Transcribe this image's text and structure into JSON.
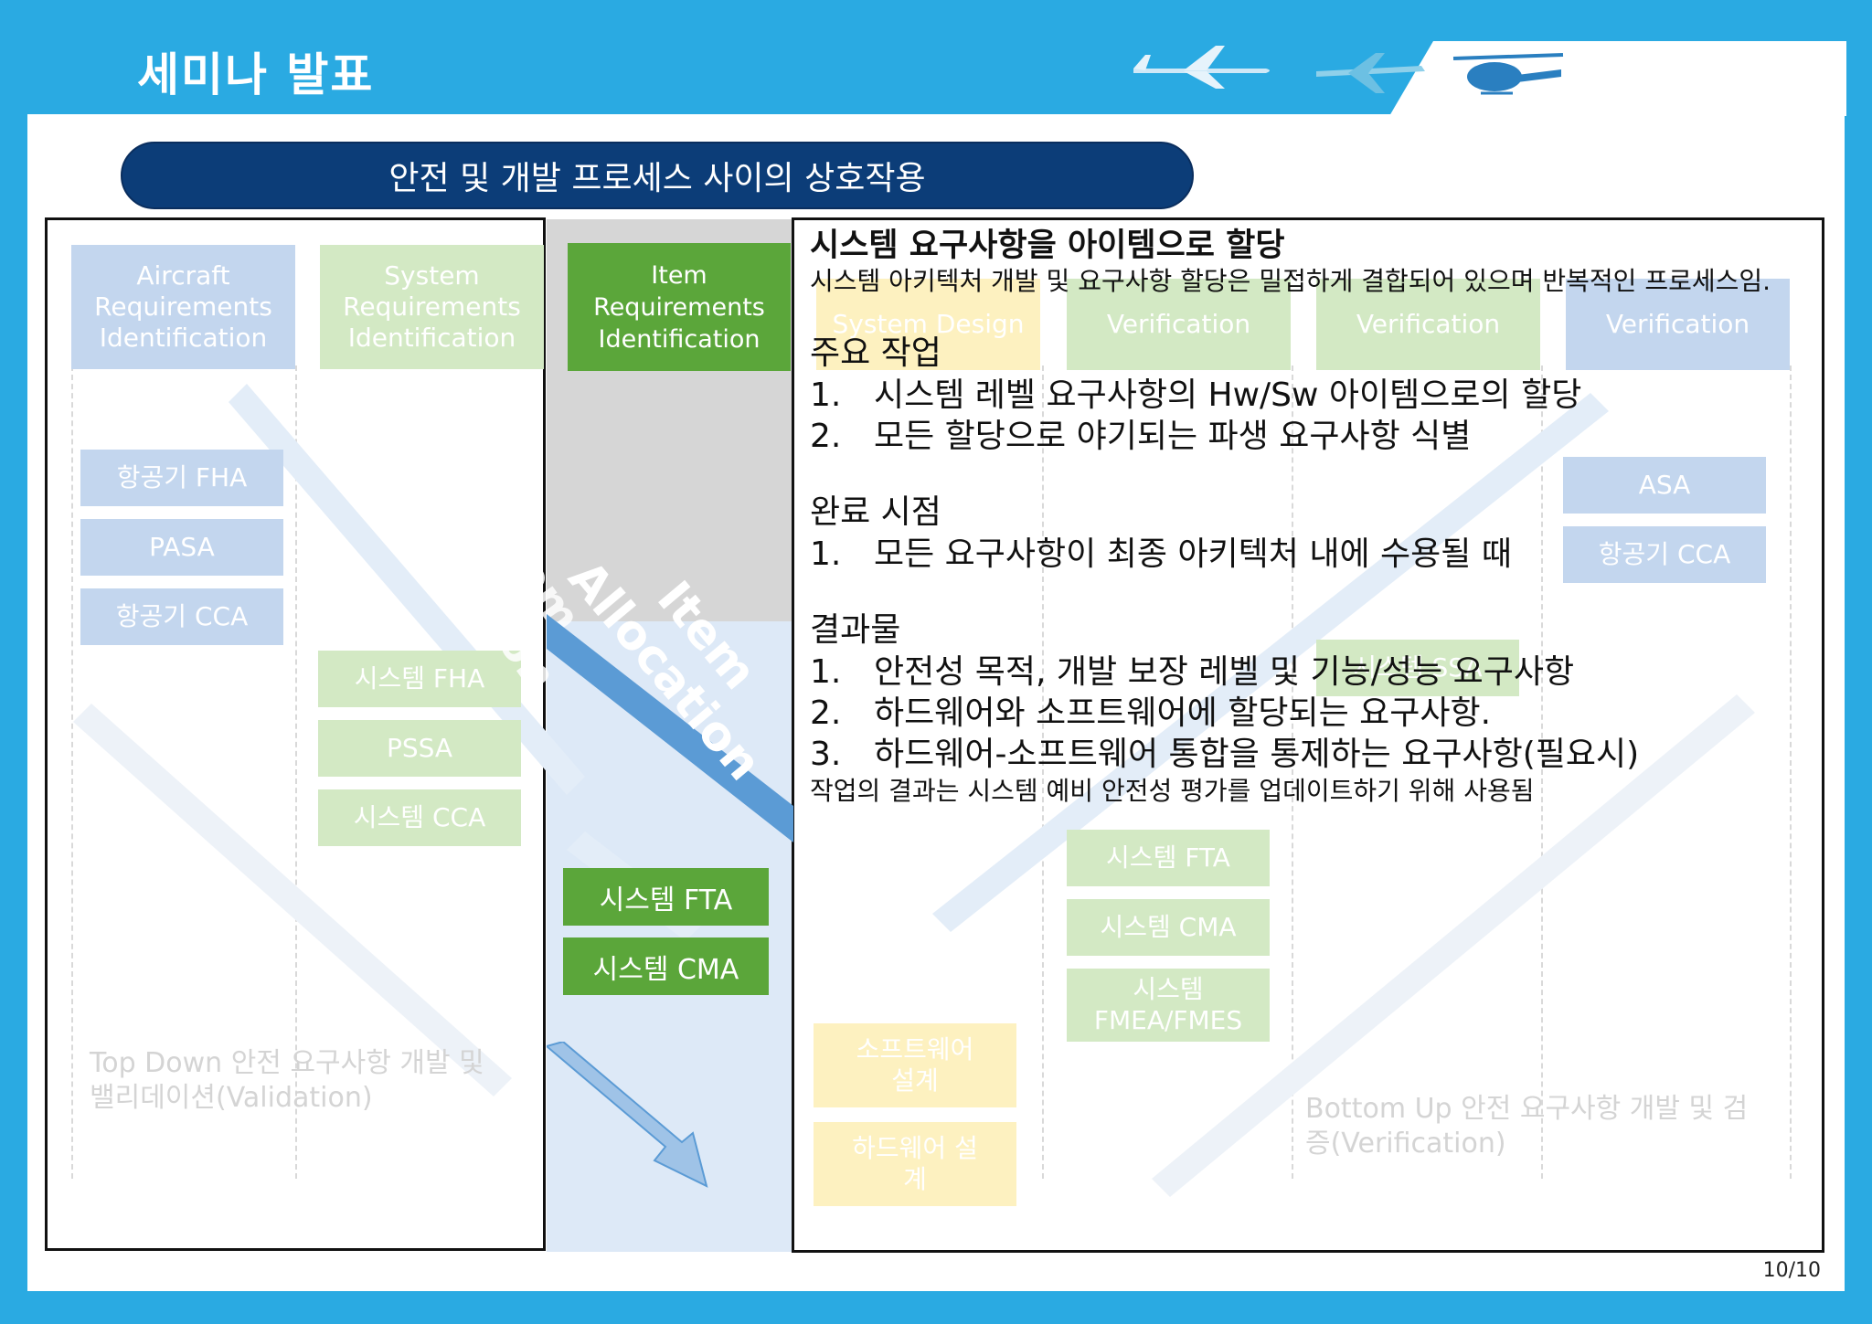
{
  "header": {
    "title": "세미나 발표",
    "aircraft_icons": [
      "airplane-icon",
      "transport-plane-icon",
      "helicopter-icon"
    ]
  },
  "banner": {
    "text": "안전 및 개발 프로세스 사이의 상호작용"
  },
  "background_diagram": {
    "top_boxes": [
      {
        "label": "Aircraft Requirements Identification"
      },
      {
        "label": "System Requirements Identification"
      },
      {
        "label": "System Design"
      },
      {
        "label": "Verification"
      },
      {
        "label": "Verification"
      },
      {
        "label": "Verification"
      }
    ],
    "left_boxes": [
      "항공기 FHA",
      "PASA",
      "항공기 CCA"
    ],
    "system_boxes": [
      "시스템 FHA",
      "PSSA",
      "시스템 CCA"
    ],
    "right_boxes": [
      "ASA",
      "항공기 CCA"
    ],
    "ssa_box": "시스템 SSA",
    "center_boxes": [
      "시스템 FTA",
      "시스템 CMA",
      "시스템 FMEA/FMES"
    ],
    "yellow_boxes": [
      "소프트웨어 설계",
      "하드웨어 설계"
    ],
    "arrow_labels": {
      "system_allocation": "System Allocation",
      "item_allocation": "Item Allocation"
    },
    "top_down_note": "Top Down 안전 요구사항 개발 및 밸리데이션(Validation)",
    "bottom_up_note": "Bottom Up 안전 요구사항 개발 및 검증(Verification)"
  },
  "middle_column": {
    "item_box": "Item Requirements Identification",
    "fta_button": "시스템 FTA",
    "cma_button": "시스템 CMA"
  },
  "content": {
    "heading": "시스템 요구사항을 아이템으로 할당",
    "subtext": "시스템 아키텍처 개발 및 요구사항 할당은 밀접하게 결합되어 있으며 반복적인 프로세스임.",
    "sections": [
      {
        "title": "주요 작업",
        "items": [
          {
            "n": "1.",
            "text": "시스템 레벨 요구사항의 Hw/Sw 아이템으로의 할당"
          },
          {
            "n": "2.",
            "text": "모든 할당으로 야기되는 파생 요구사항 식별"
          }
        ]
      },
      {
        "title": "완료 시점",
        "items": [
          {
            "n": "1.",
            "text": "모든 요구사항이 최종 아키텍처 내에 수용될 때"
          }
        ]
      },
      {
        "title": "결과물",
        "items": [
          {
            "n": "1.",
            "text": "안전성 목적, 개발 보장 레벨 및 기능/성능 요구사항"
          },
          {
            "n": "2.",
            "text": "하드웨어와 소프트웨어에 할당되는 요구사항."
          },
          {
            "n": "3.",
            "text": "하드웨어-소프트웨어 통합을 통제하는 요구사항(필요시)"
          }
        ]
      }
    ],
    "note": "작업의 결과는 시스템 예비 안전성 평가를 업데이트하기 위해 사용됨"
  },
  "page": {
    "number": "10/10"
  },
  "colors": {
    "frame": "#2aaae2",
    "banner": "#0c3d78",
    "green_box": "#5ba63a",
    "arrow_blue": "#5b9bd5"
  }
}
